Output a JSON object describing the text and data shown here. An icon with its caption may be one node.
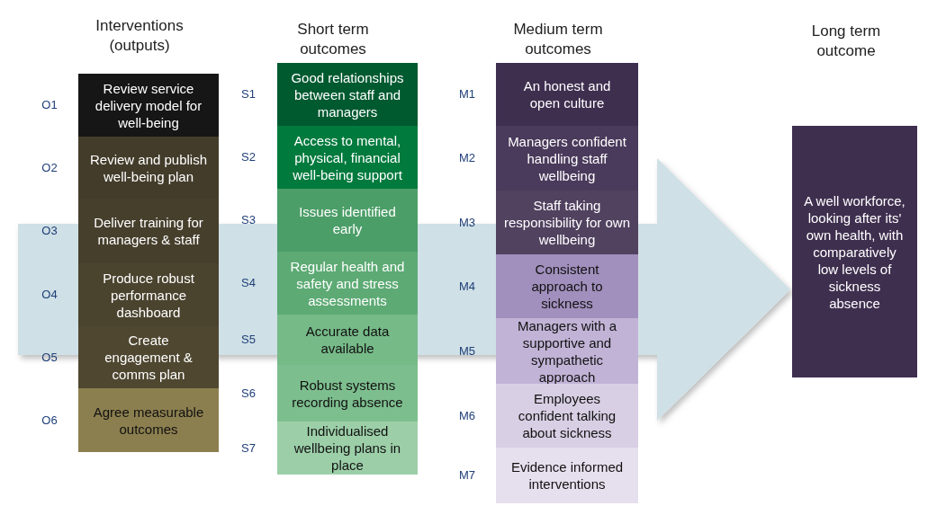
{
  "diagram": {
    "nodes": [
      {
        "text": [
          "Review service delivery model for well-being"
        ],
        "beside": [
          "O1"
        ]
      },
      {
        "text": [
          "Review and publish well-being plan"
        ],
        "beside": [
          "O2"
        ]
      },
      {
        "text": [
          "Deliver training for managers & staff"
        ],
        "beside": [
          "O3"
        ]
      },
      {
        "text": [
          "Produce robust performance dashboard"
        ],
        "beside": [
          "O4"
        ]
      },
      {
        "text": [
          "Create engagement & comms plan"
        ],
        "beside": [
          "O5"
        ]
      },
      {
        "text": [
          "Agree measurable outcomes"
        ],
        "beside": [
          "O6"
        ]
      },
      {
        "text": [
          "Good relationships between staff and managers"
        ],
        "beside": [
          "S1"
        ]
      },
      {
        "text": [
          "Access to mental, physical, financial well-being support"
        ],
        "beside": [
          "S2"
        ]
      },
      {
        "text": [
          "Issues identified early"
        ],
        "beside": [
          "S3"
        ]
      },
      {
        "text": [
          "Regular health and safety and stress assessments"
        ],
        "beside": [
          "S4"
        ]
      },
      {
        "text": [
          "Accurate data available"
        ],
        "beside": [
          "S5"
        ]
      },
      {
        "text": [
          "Robust systems recording absence"
        ],
        "beside": [
          "S6"
        ]
      },
      {
        "text": [
          "Individualised wellbeing plans in place"
        ],
        "beside": [
          "S7"
        ]
      },
      {
        "text": [
          "An honest and open culture"
        ],
        "beside": [
          "M1"
        ]
      },
      {
        "text": [
          "Managers confident handling staff wellbeing"
        ],
        "beside": [
          "M2"
        ]
      },
      {
        "text": [
          "Staff taking responsibility for own wellbeing"
        ],
        "beside": [
          "M3"
        ]
      },
      {
        "text": [
          "Consistent approach to sickness"
        ],
        "beside": [
          "M4"
        ]
      },
      {
        "text": [
          "Managers with a supportive and sympathetic approach"
        ],
        "beside": [
          "M5"
        ]
      },
      {
        "text": [
          "Employees confident talking about sickness"
        ],
        "beside": [
          "M6"
        ]
      },
      {
        "text": [
          "Evidence informed interventions"
        ],
        "beside": [
          "M7"
        ]
      },
      {
        "text": [
          "A well workforce, looking after its' own health, with comparatively low levels of sickness absence"
        ]
      }
    ],
    "edges": [
      {
        "from": null,
        "to": 20,
        "arrow": "to",
        "style": "thick"
      }
    ],
    "labels": [
      "Interventions (outputs)",
      "Short term outcomes",
      "Medium term outcomes",
      "Long term outcome"
    ]
  }
}
